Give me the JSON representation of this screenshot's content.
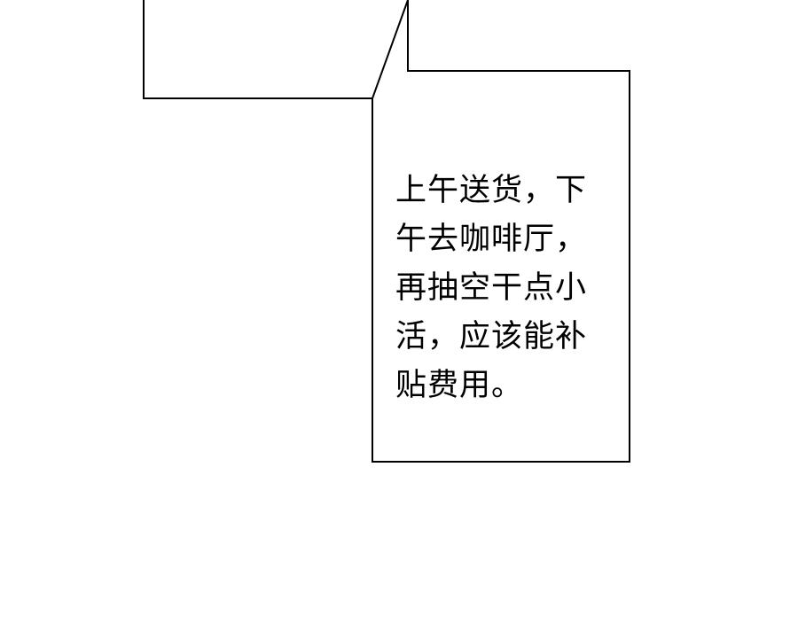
{
  "caption": {
    "lines": [
      "上午送货，下",
      "午去咖啡厅，",
      "再抽空干点小",
      "活，应该能补",
      "贴费用。"
    ]
  },
  "colors": {
    "background": "#ffffff",
    "ink": "#000000"
  }
}
